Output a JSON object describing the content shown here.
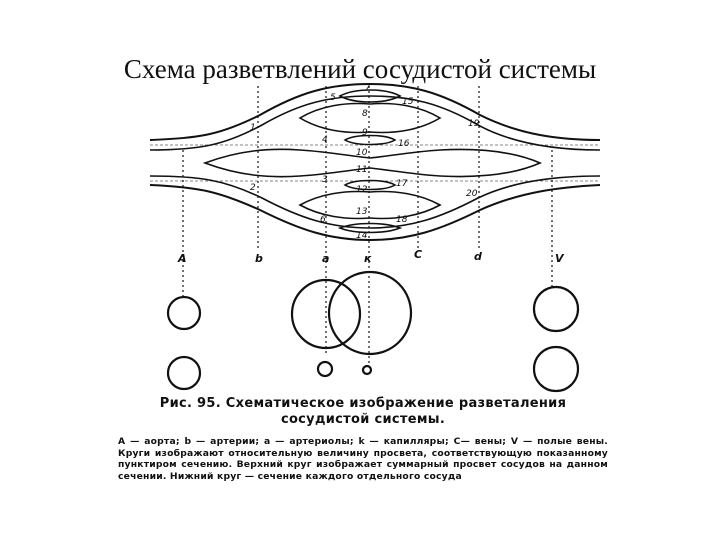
{
  "slide_title": "Схема разветвлений сосудистой системы",
  "figure": {
    "column_labels": [
      "A",
      "b",
      "a",
      "к",
      "C",
      "d",
      "V"
    ],
    "vessel_numbers": [
      "1",
      "2",
      "3",
      "4",
      "5",
      "6",
      "7",
      "8",
      "9",
      "10",
      "11",
      "12",
      "13",
      "14",
      "15",
      "16",
      "17",
      "18",
      "19",
      "20"
    ],
    "caption_title_line1": "Рис. 95. Схематическое изображение разветаления",
    "caption_title_line2": "сосудистой системы.",
    "caption_legend_line1": "A — аорта; b — артерии; a — артериолы; k — капилляры;",
    "caption_body": "C— вены; V — полые вены. Круги изображают относительную величину просвета, соответствующую показанному пунктиром сечению. Верхний круг изображает суммарный просвет сосудов на данном сечении. Нижний круг — сечение каждого отдельного сосуда"
  }
}
